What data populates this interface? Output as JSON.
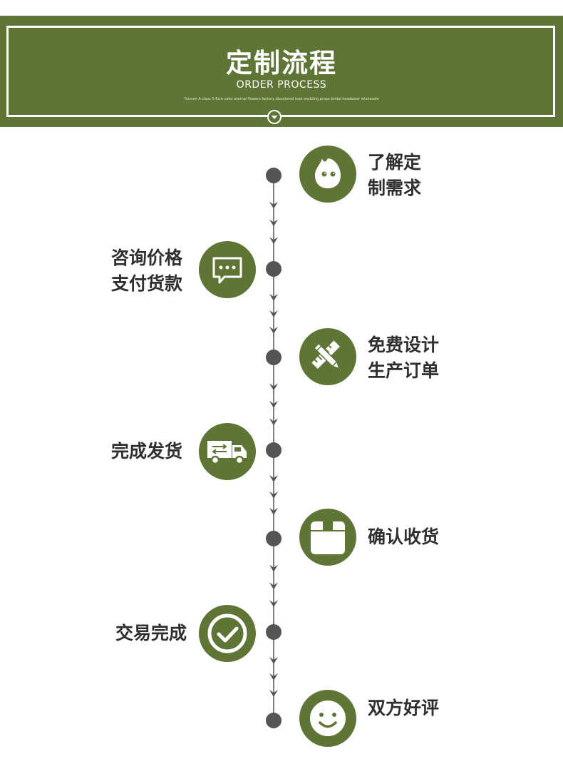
{
  "header": {
    "title": "定制流程",
    "subtitle": "ORDER PROCESS",
    "tagline": "Yunnan A class 5-6cm color eternal flowers factory discolored rose wedding props bridal headwear wholesale"
  },
  "colors": {
    "brand_green": "#5f7535",
    "line_gray": "#555555",
    "label_text": "#2f2f2f"
  },
  "steps": [
    {
      "icon": "face-bubble-icon",
      "lines": [
        "了解定",
        "制需求"
      ]
    },
    {
      "icon": "chat-bubble-icon",
      "lines": [
        "咨询价格",
        "支付货款"
      ]
    },
    {
      "icon": "ruler-pencil-icon",
      "lines": [
        "免费设计",
        "生产订单"
      ]
    },
    {
      "icon": "delivery-truck-icon",
      "lines": [
        "完成发货"
      ]
    },
    {
      "icon": "package-box-icon",
      "lines": [
        "确认收货"
      ]
    },
    {
      "icon": "check-circle-icon",
      "lines": [
        "交易完成"
      ]
    },
    {
      "icon": "smiley-face-icon",
      "lines": [
        "双方好评"
      ]
    }
  ]
}
